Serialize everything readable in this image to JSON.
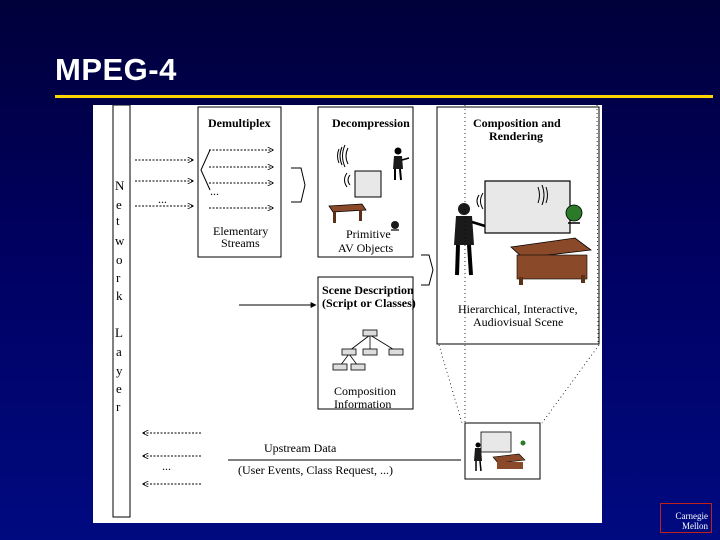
{
  "slide": {
    "title": "MPEG-4"
  },
  "diagram": {
    "network_layer_letters": [
      "N",
      "e",
      "t",
      "w",
      "o",
      "r",
      "k",
      "L",
      "a",
      "y",
      "e",
      "r"
    ],
    "demultiplex": {
      "title": "Demultiplex",
      "ellipsis_left": "...",
      "ellipsis_right": "...",
      "streams_line1": "Elementary",
      "streams_line2": "Streams"
    },
    "decompression": {
      "title": "Decompression",
      "objects_line1": "Primitive",
      "objects_line2": "AV Objects"
    },
    "scene_description": {
      "title_line1": "Scene Description",
      "title_line2": "(Script or Classes)",
      "info_line1": "Composition",
      "info_line2": "Information"
    },
    "composition": {
      "title_line1": "Composition and",
      "title_line2": "Rendering",
      "scene_line1": "Hierarchical, Interactive,",
      "scene_line2": "Audiovisual Scene"
    },
    "upstream": {
      "title": "Upstream Data",
      "detail": "(User Events, Class Request, ...)",
      "ellipsis": "..."
    },
    "colors": {
      "background": "#ffffff",
      "ink": "#000000",
      "desk": "#8a4a2a",
      "screen": "#e8e8e8",
      "globe": "#2a7a2a"
    }
  },
  "colors": {
    "accent_rule": "#ffd400",
    "title_text": "#ffffff",
    "logo_border": "#c0201a"
  },
  "logo": {
    "line1": "Carnegie",
    "line2": "Mellon"
  }
}
